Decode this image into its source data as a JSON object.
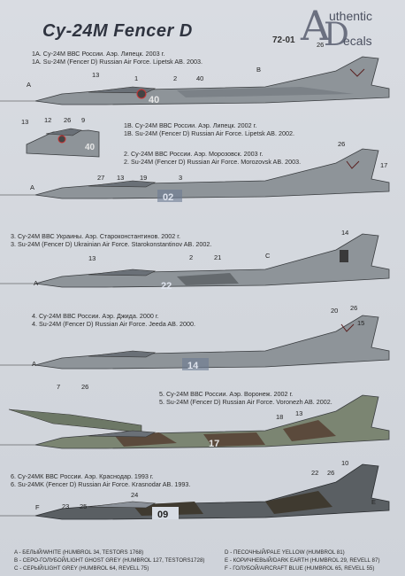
{
  "header": {
    "title": "Су-24M Fencer D",
    "brand_top": "uthentic",
    "brand_bottom": "ecals",
    "brand_a": "A",
    "brand_d": "D",
    "code": "72-01"
  },
  "profiles": [
    {
      "ru": "1A. Су-24М ВВС России. Аэр. Липецк. 2003 г.",
      "en": "1A. Su-24M (Fencer D) Russian Air Force. Lipetsk AB. 2003."
    },
    {
      "ru": "1B. Су-24М ВВС России. Аэр. Липецк. 2002 г.",
      "en": "1B. Su-24M (Fencer D) Russian Air Force. Lipetsk AB. 2002."
    },
    {
      "ru": "2. Су-24М ВВС России. Аэр. Морозовск. 2003 г.",
      "en": "2. Su-24M (Fencer D) Russian Air Force. Morozovsk AB. 2003."
    },
    {
      "ru": "3. Су-24М ВВС Украины. Аэр. Староконстантинов. 2002 г.",
      "en": "3. Su-24M (Fencer D) Ukrainian Air Force. Starokonstantinov AB. 2002."
    },
    {
      "ru": "4. Су-24М ВВС России. Аэр. Джида. 2000 г.",
      "en": "4. Su-24M (Fencer D) Russian Air Force. Jeeda AB. 2000."
    },
    {
      "ru": "5. Су-24М ВВС России. Аэр. Воронеж. 2002 г.",
      "en": "5. Su-24M (Fencer D) Russian Air Force. Voronezh AB. 2002."
    },
    {
      "ru": "6. Су-24МК ВВС России. Аэр. Краснодар. 1993 г.",
      "en": "6. Su-24MK (Fencer D) Russian Air Force. Krasnodar AB. 1993."
    }
  ],
  "callouts": {
    "a": "A",
    "b": "B",
    "c": "C",
    "e": "E",
    "f": "F",
    "n1": "1",
    "n2": "2",
    "n3": "3",
    "n7": "7",
    "n9": "9",
    "n10": "10",
    "n12": "12",
    "n13": "13",
    "n14": "14",
    "n15": "15",
    "n17": "17",
    "n18": "18",
    "n19": "19",
    "n20": "20",
    "n21": "21",
    "n22": "22",
    "n23": "23",
    "n24": "24",
    "n25": "25",
    "n26": "26",
    "n27": "27"
  },
  "tail_numbers": {
    "p1a": "40",
    "p1b": "40",
    "p2": "02",
    "p3": "22",
    "p4": "14",
    "p5": "17",
    "p6": "09"
  },
  "legend": {
    "a": "A - БЕЛЫЙ/WHITE (HUMBROL 34, TESTORS 1768)",
    "b": "B - СЕРО-ГОЛУБОЙ/LIGHT GHOST GREY (HUMBROL 127, TESTORS1728)",
    "c": "C - СЕРЫЙ/LIGHT GREY (HUMBROL 64, REVELL 75)",
    "d": "D - ПЕСОЧНЫЙ/PALE YELLOW (HUMBROL 81)",
    "e": "E - КОРИЧНЕВЫЙ/DARK EARTH (HUMBROL 29, REVELL 87)",
    "f": "F - ГОЛУБОЙ/AIRCRAFT BLUE (HUMBROL 65, REVELL 55)"
  },
  "colors": {
    "grey_jet": "#8e9499",
    "dark_jet": "#5a5f63",
    "camo_green": "#6d7866",
    "camo_brown": "#5b4a3c",
    "ink": "#2a2a2a"
  }
}
